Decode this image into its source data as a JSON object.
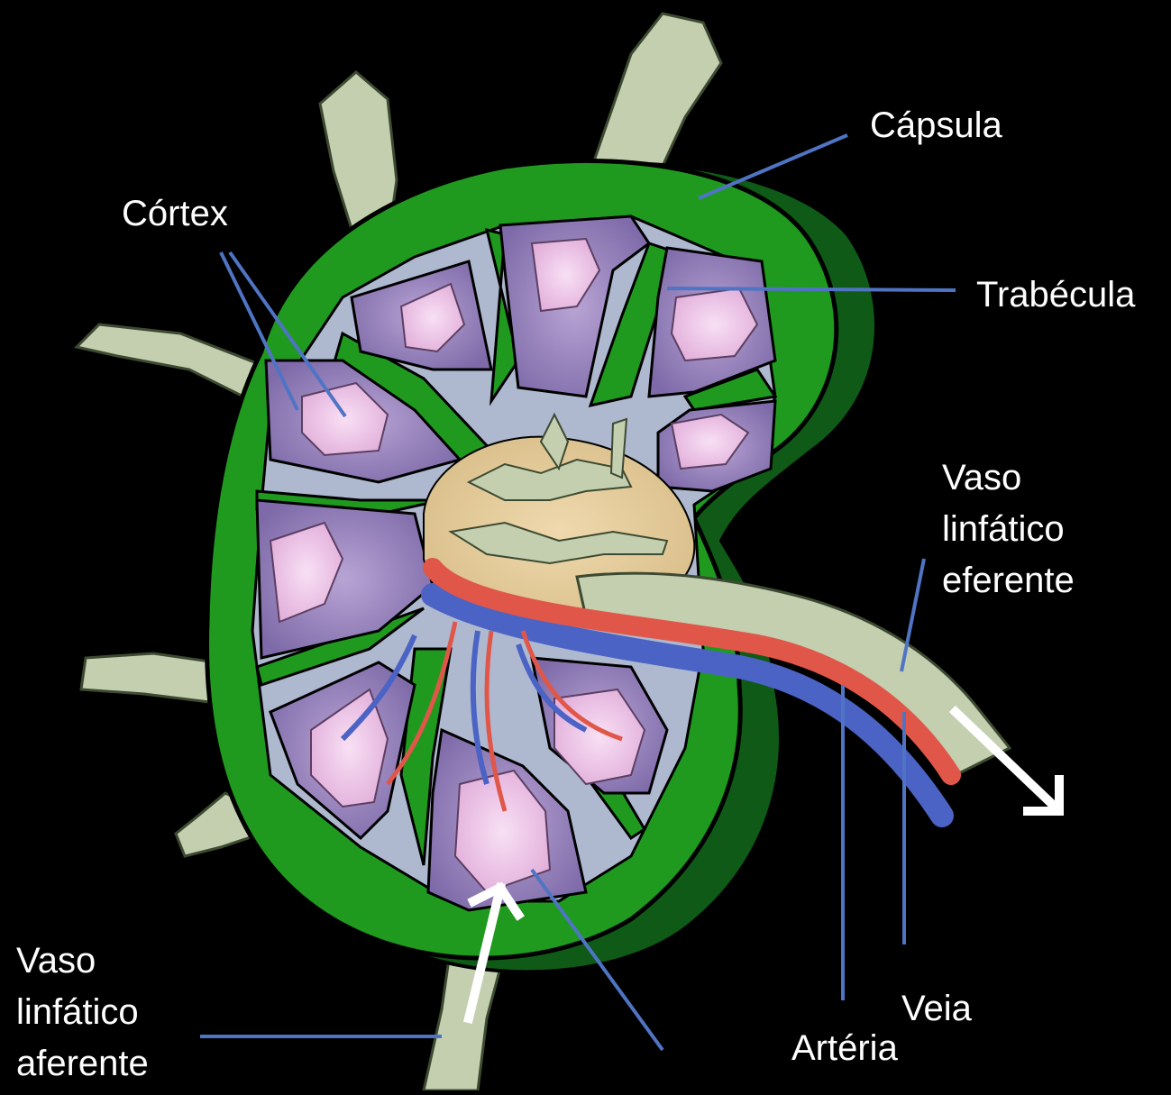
{
  "labels": {
    "capsula": "Cápsula",
    "cortex": "Córtex",
    "trabecula": "Trabécula",
    "vaso_eferente": "Vaso\nlinfático\neferente",
    "vaso_aferente": "Vaso\nlinfático\naferente",
    "veia": "Veia",
    "arteria": "Artéria"
  },
  "colors": {
    "background": "#000000",
    "capsule": "#1f9a1f",
    "capsule_shadow": "#0f5a16",
    "cortex_lobule": "#8d7bb2",
    "follicle": "#f0c8ea",
    "medulla": "#aeb8cf",
    "medullary_core": "#e0c99a",
    "lymph_vessel": "#c4cfb0",
    "artery": "#e0574a",
    "vein": "#4a63c4",
    "leader_line": "#4f74c4",
    "flow_arrow": "#ffffff"
  }
}
